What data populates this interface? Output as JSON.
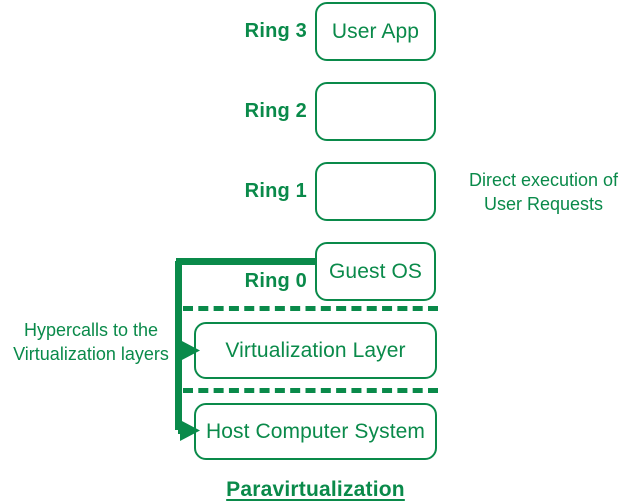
{
  "diagram": {
    "title": "Paravirtualization",
    "accent_color": "#0a8a4a",
    "background_color": "#ffffff",
    "rings": [
      {
        "label": "Ring 3",
        "box_text": "User App"
      },
      {
        "label": "Ring 2",
        "box_text": ""
      },
      {
        "label": "Ring 1",
        "box_text": ""
      },
      {
        "label": "Ring 0",
        "box_text": "Guest OS"
      }
    ],
    "layers": [
      {
        "box_text": "Virtualization Layer"
      },
      {
        "box_text": "Host Computer System"
      }
    ],
    "annotations": {
      "right_note": "Direct execution of\nUser Requests",
      "left_note": "Hypercalls to the\nVirtualization layers"
    }
  }
}
